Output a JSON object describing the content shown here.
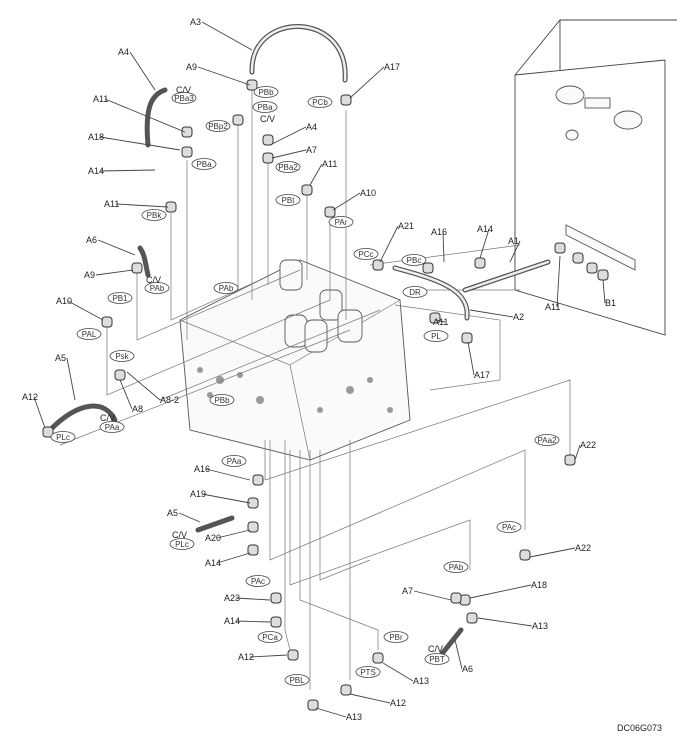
{
  "drawing_code": "DC06G073",
  "callouts": [
    "A3",
    "A4",
    "A9",
    "A17",
    "A11",
    "A18",
    "A14",
    "A4",
    "A7",
    "A11",
    "A10",
    "A11",
    "A6",
    "A9",
    "A10",
    "A21",
    "A16",
    "A14",
    "A1",
    "A11",
    "B1",
    "A11",
    "A2",
    "A17",
    "A5",
    "A12",
    "A8",
    "A8-2",
    "A16",
    "A19",
    "A5",
    "A20",
    "A14",
    "A23",
    "A14",
    "A12",
    "A13",
    "A12",
    "A13",
    "A6",
    "A13",
    "A18",
    "A7",
    "A22",
    "A22"
  ],
  "port_labels": [
    "PBa3",
    "PBb",
    "PBa",
    "PBp2",
    "PCb",
    "PBa",
    "PBa2",
    "PBt",
    "PAr",
    "PBk",
    "PAb",
    "PAb",
    "PB1",
    "PAL",
    "Psk",
    "PBb",
    "PAa",
    "PLc",
    "PCc",
    "PBc",
    "DR",
    "PL",
    "PAa",
    "PLc",
    "PAa2",
    "PAc",
    "PAb",
    "PAc",
    "PCa",
    "PBr",
    "PTS",
    "PBL",
    "PBT"
  ],
  "cv_labels": [
    "C/V",
    "C/V",
    "C/V",
    "C/V",
    "C/V",
    "C/V"
  ]
}
